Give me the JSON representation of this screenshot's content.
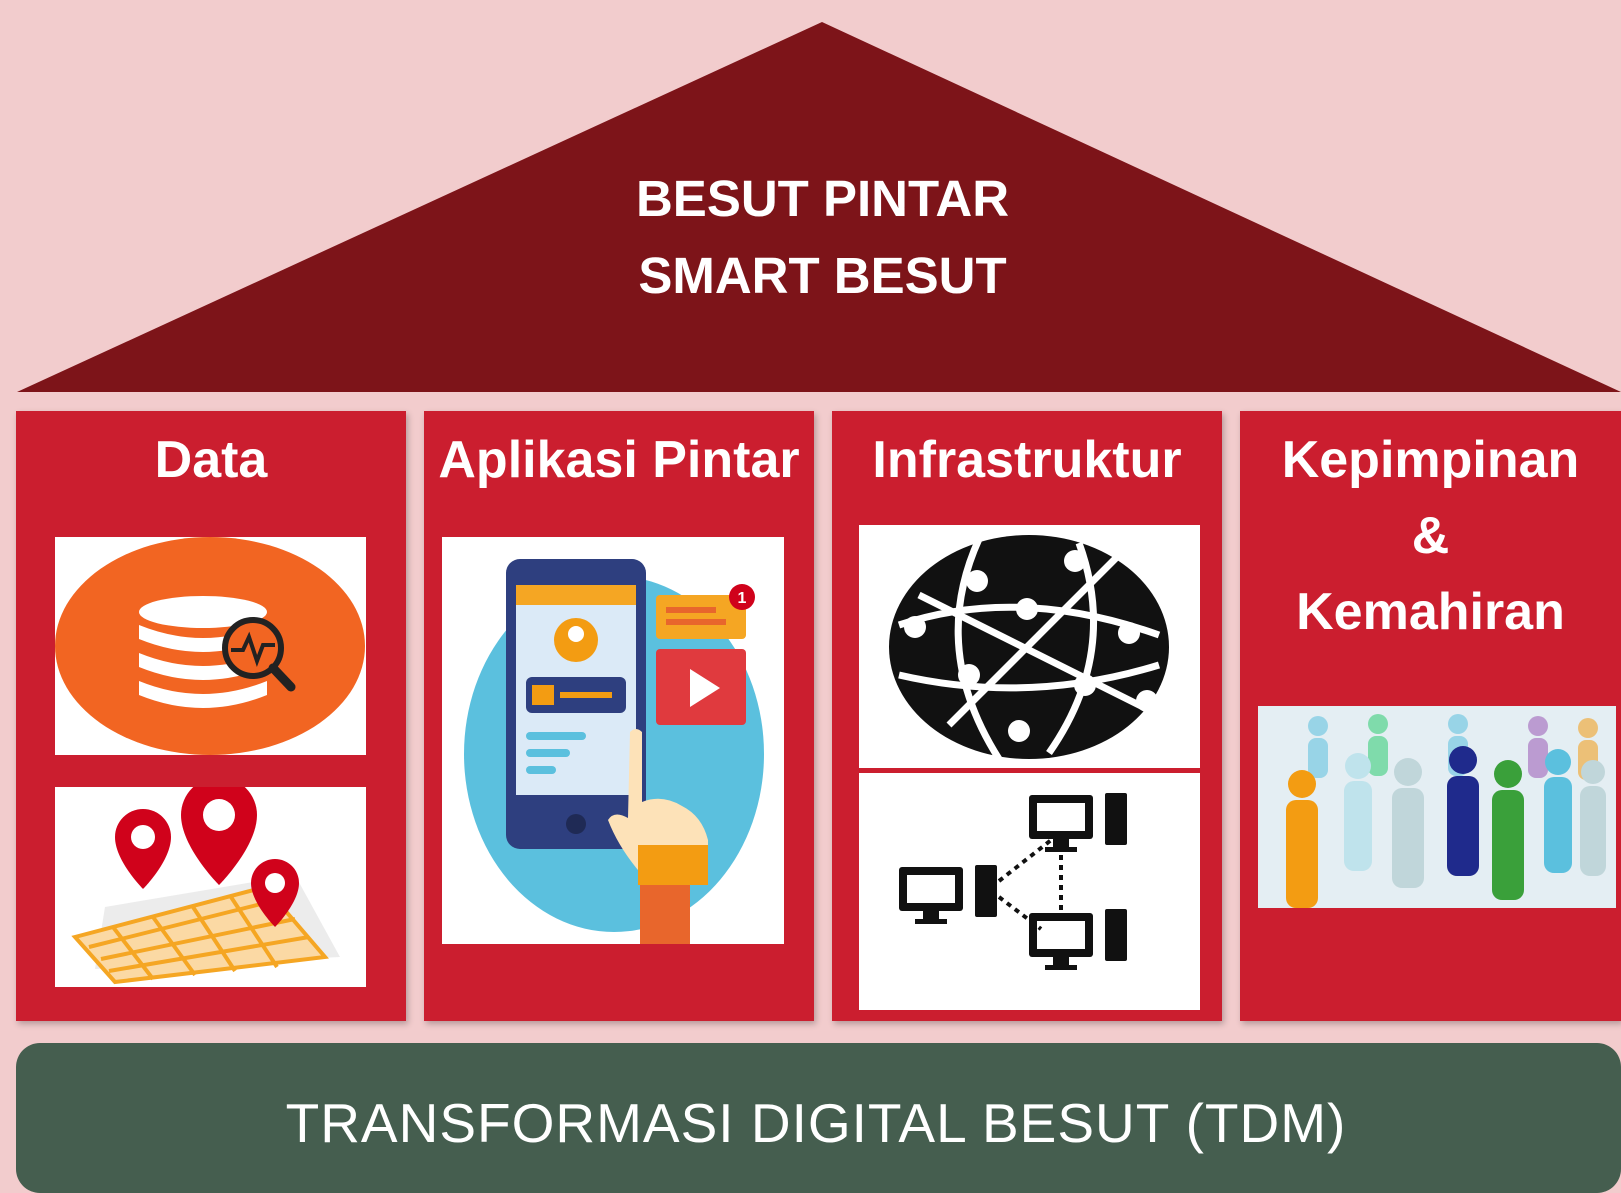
{
  "roof": {
    "line1": "BESUT PINTAR",
    "line2": "SMART BESUT",
    "color": "#7d1419"
  },
  "pillars": [
    {
      "title": "Data",
      "icons": [
        "database-analytics-icon",
        "map-location-pins-icon"
      ]
    },
    {
      "title": "Aplikasi Pintar",
      "icons": [
        "mobile-app-icon"
      ]
    },
    {
      "title": "Infrastruktur",
      "icons": [
        "global-network-icon",
        "computer-network-icon"
      ]
    },
    {
      "title_lines": [
        "Kepimpinan",
        "&",
        "Kemahiran"
      ],
      "icons": [
        "people-group-icon"
      ]
    }
  ],
  "foundation": {
    "label": "TRANSFORMASI DIGITAL BESUT (TDM)",
    "color": "#455e4f"
  },
  "colors": {
    "background": "#f2cccd",
    "pillar": "#cb1e2f"
  }
}
